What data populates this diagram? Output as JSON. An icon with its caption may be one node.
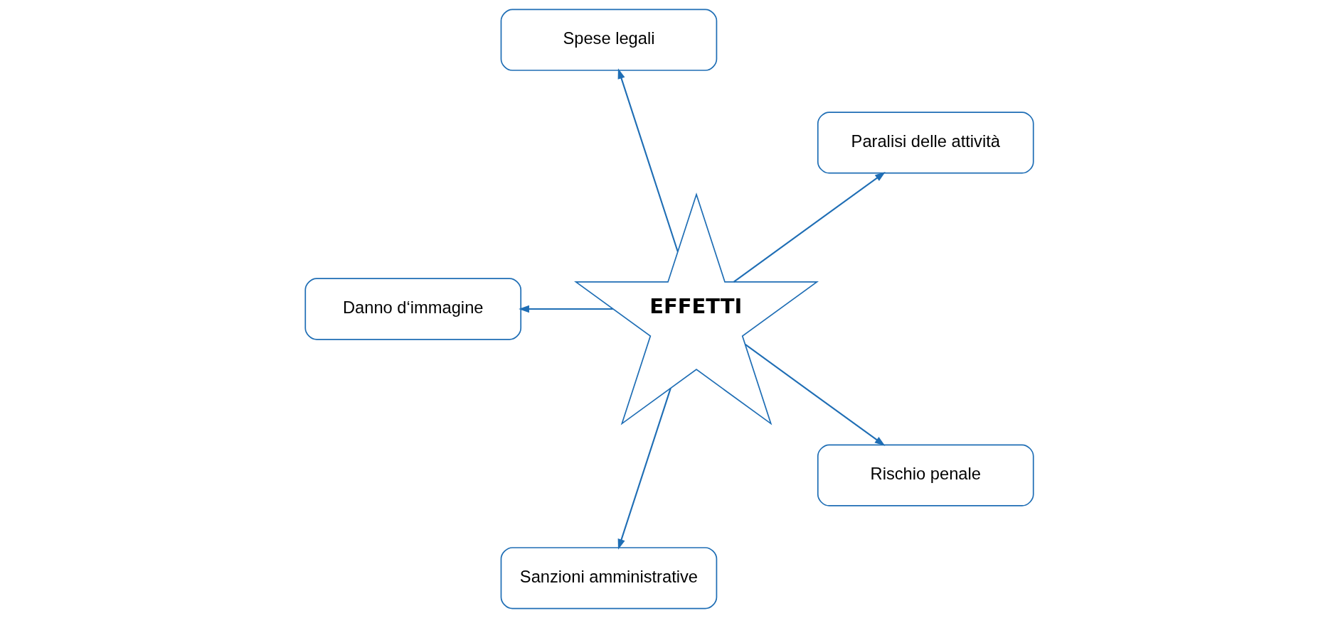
{
  "diagram": {
    "nodes": [
      {
        "text": [
          "Paralisi delle attività"
        ]
      },
      {
        "text": [
          "Spese legali"
        ]
      },
      {
        "text": [
          "Danno d‘immagine"
        ]
      },
      {
        "text": [
          "EFFETTI"
        ]
      },
      {
        "text": [
          "Sanzioni amministrative"
        ]
      },
      {
        "text": [
          "Rischio penale"
        ]
      }
    ],
    "edges": [
      {
        "from": 3,
        "to": 0,
        "arrow": "to"
      },
      {
        "from": 3,
        "to": 1,
        "arrow": "to"
      },
      {
        "from": 3,
        "to": 2,
        "arrow": "to"
      },
      {
        "from": 3,
        "to": 4,
        "arrow": "to"
      },
      {
        "from": 3,
        "to": 5,
        "arrow": "to"
      }
    ]
  }
}
